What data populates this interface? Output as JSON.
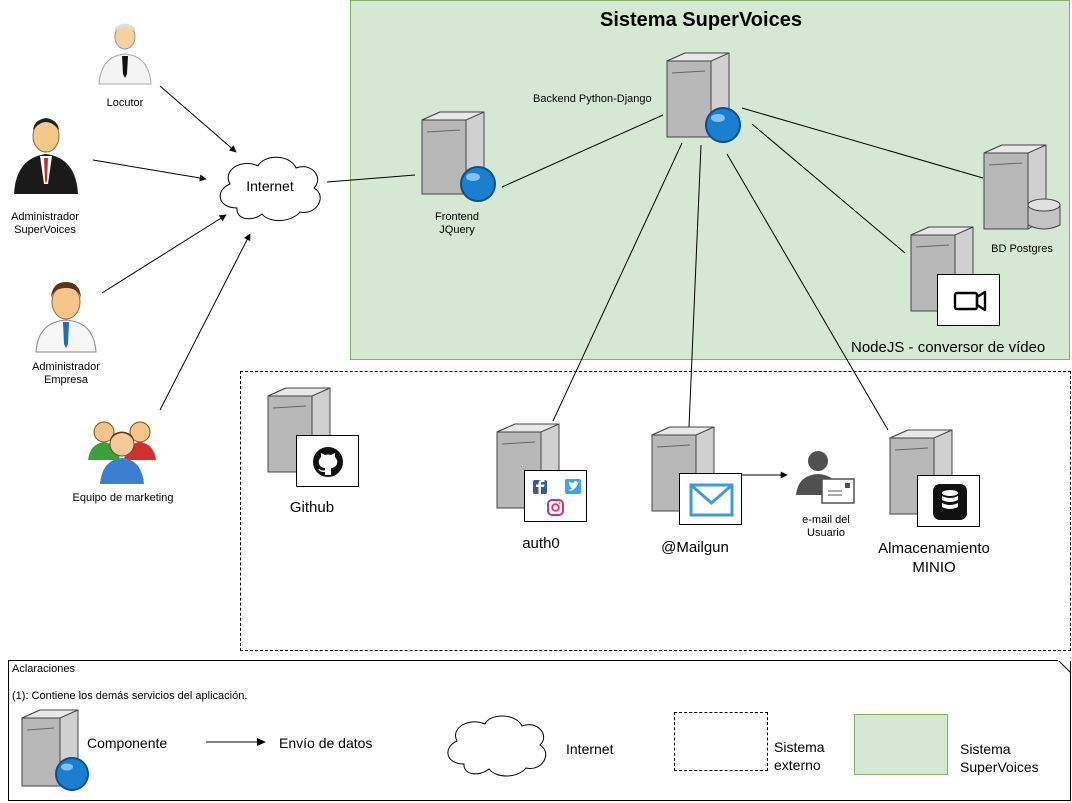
{
  "title": "Sistema SuperVoices",
  "actors": {
    "locutor": "Locutor",
    "admin_supervoices": [
      "Administrador",
      "SuperVoices"
    ],
    "admin_empresa": [
      "Administrador",
      "Empresa"
    ],
    "marketing": "Equipo de marketing"
  },
  "internet": "Internet",
  "system": {
    "frontend": [
      "Frontend",
      "JQuery"
    ],
    "backend": "Backend Python-Django",
    "db": "BD Postgres",
    "video": "NodeJS - conversor de vídeo"
  },
  "external": {
    "github": "Github",
    "auth0": "auth0",
    "mailgun": "@Mailgun",
    "user_email": [
      "e-mail del",
      "Usuario"
    ],
    "storage": [
      "Almacenamiento",
      "MINIO"
    ]
  },
  "legend": {
    "title": "Aclaraciones",
    "note": "(1): Contiene los demás servicios del aplicación.",
    "component": "Componente",
    "data_flow": "Envío de datos",
    "internet": "Internet",
    "external": [
      "Sistema",
      "externo"
    ],
    "system": [
      "Sistema",
      "SuperVoices"
    ]
  },
  "colors": {
    "system_fill": "#d5e8d4",
    "system_border": "#82b366",
    "globe": "#1a7fd0",
    "mail": "#3e9bd6"
  }
}
